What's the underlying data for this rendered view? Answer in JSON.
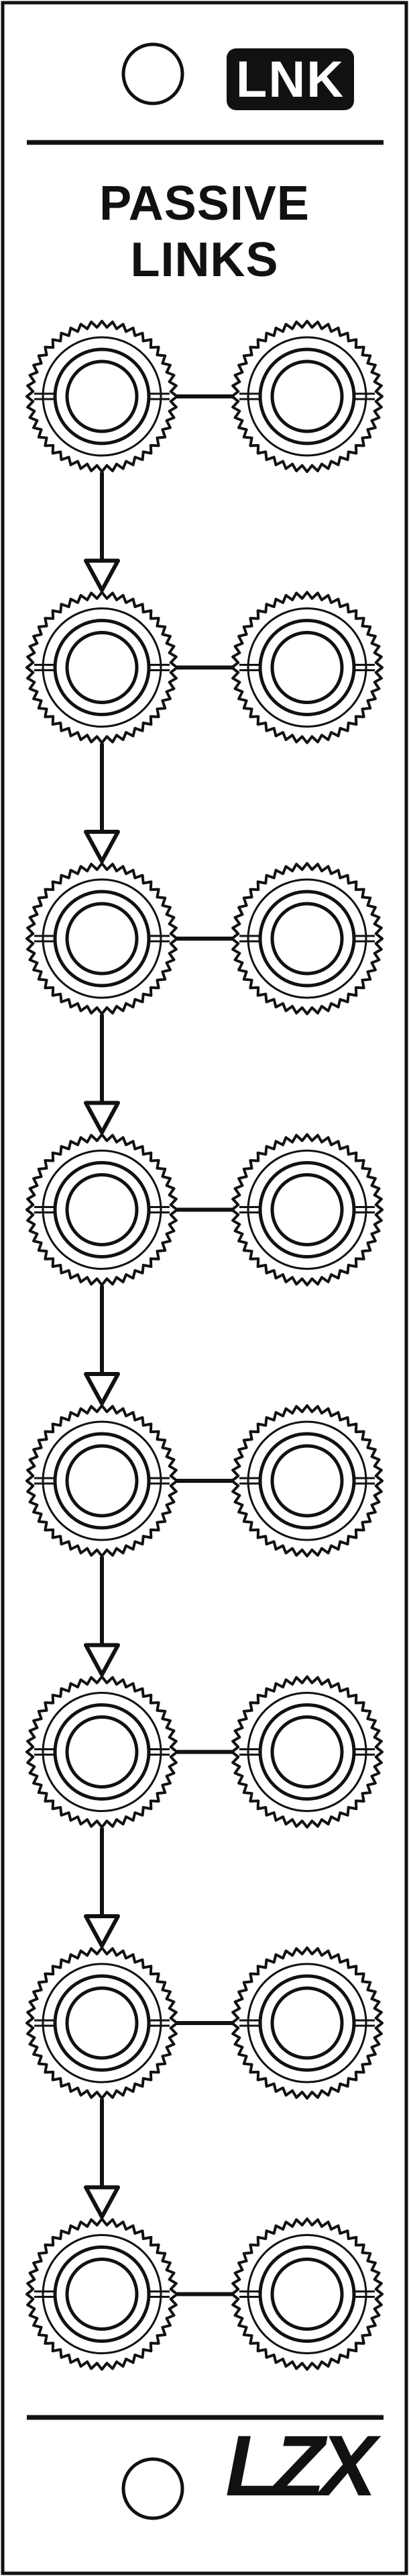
{
  "module": {
    "label": "LNK",
    "title_line1": "PASSIVE",
    "title_line2": "LINKS",
    "brand": "LZX"
  },
  "colors": {
    "ink": "#111111",
    "panel": "#ffffff"
  },
  "jack_rows": 8
}
